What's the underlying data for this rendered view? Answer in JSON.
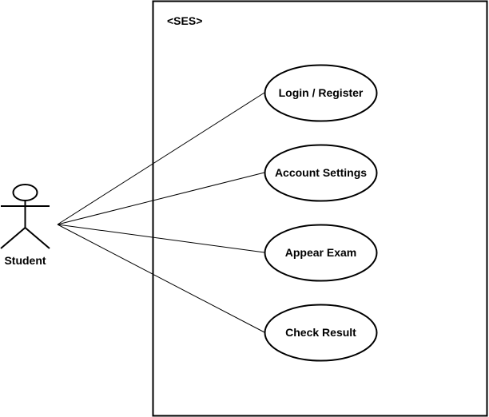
{
  "system": {
    "name": "<SES>"
  },
  "actor": {
    "name": "Student"
  },
  "use_cases": [
    {
      "label": "Login / Register"
    },
    {
      "label": "Account Settings"
    },
    {
      "label": "Appear Exam"
    },
    {
      "label": "Check Result"
    }
  ],
  "colors": {
    "stroke": "#000000",
    "background": "#ffffff"
  }
}
